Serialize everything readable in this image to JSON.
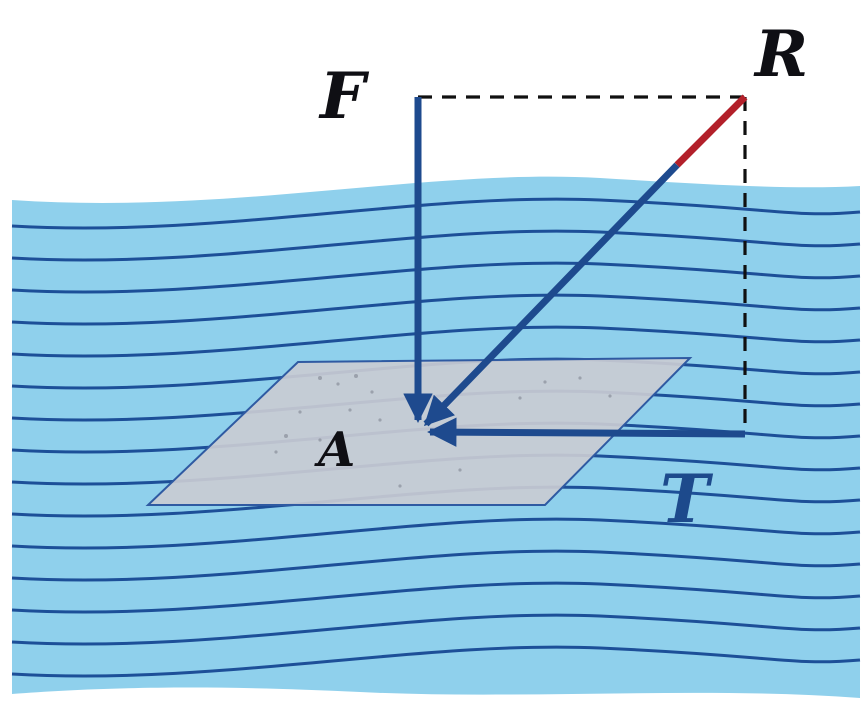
{
  "labels": {
    "force_f": "F",
    "resultant_r": "R",
    "tangential_t": "T",
    "area_a": "A"
  },
  "colors": {
    "background": "#ffffff",
    "fluid_fill": "#8fd0ec",
    "streamline": "#1d4f98",
    "vector": "#1e4a8e",
    "resultant_tip": "#b3202a",
    "plate_fill": "#c9cbd3",
    "plate_edge": "#2f5aa2",
    "label_dark": "#0f0f14",
    "label_blue": "#1d4a8c",
    "dash": "#101010"
  }
}
